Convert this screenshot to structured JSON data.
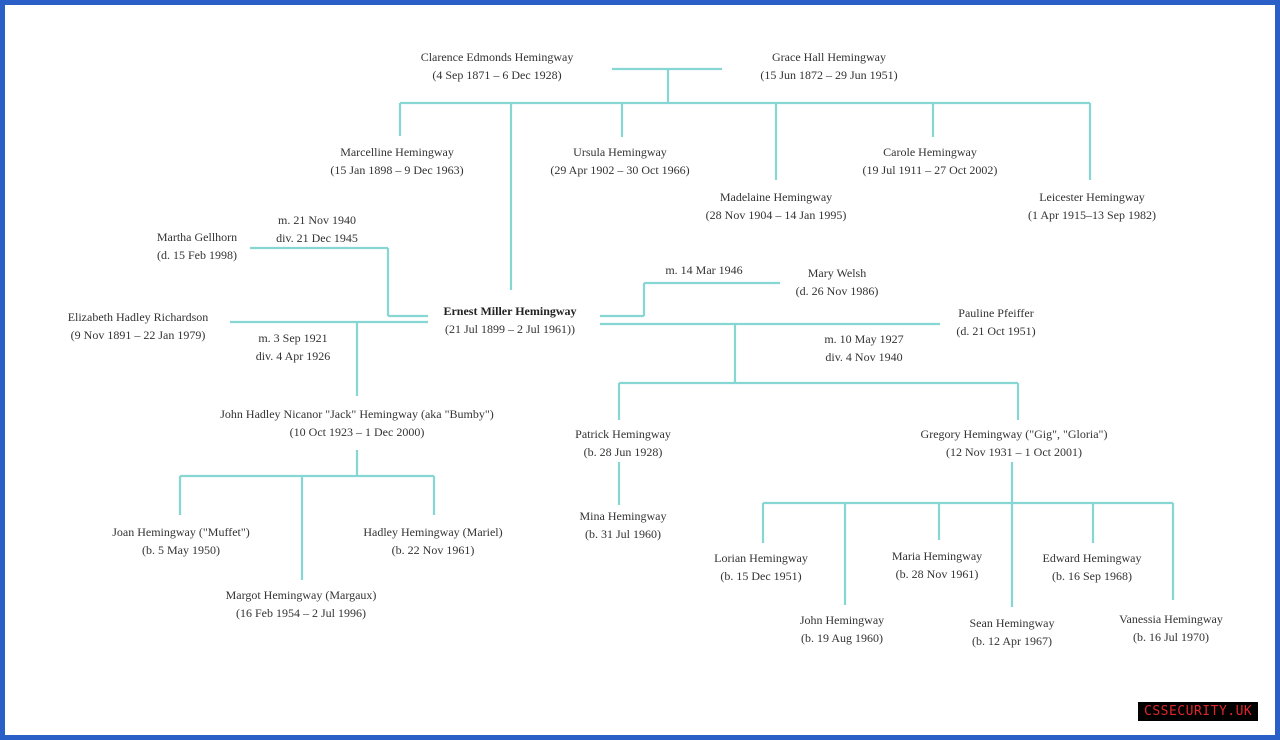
{
  "colors": {
    "line": "#86d6d3",
    "border": "#2a5fc8",
    "text": "#333333"
  },
  "people": {
    "clarence": {
      "name": "Clarence Edmonds Hemingway",
      "dates": "(4 Sep 1871 – 6 Dec 1928)"
    },
    "grace": {
      "name": "Grace Hall Hemingway",
      "dates": "(15 Jun 1872 – 29 Jun 1951)"
    },
    "marcelline": {
      "name": "Marcelline Hemingway",
      "dates": "(15 Jan 1898 – 9 Dec 1963)"
    },
    "ursula": {
      "name": "Ursula Hemingway",
      "dates": "(29 Apr 1902 – 30 Oct 1966)"
    },
    "madelaine": {
      "name": "Madelaine Hemingway",
      "dates": "(28 Nov 1904 – 14 Jan 1995)"
    },
    "carole": {
      "name": "Carole Hemingway",
      "dates": "(19 Jul 1911 – 27 Oct 2002)"
    },
    "leicester": {
      "name": "Leicester Hemingway",
      "dates": "(1 Apr 1915–13 Sep 1982)"
    },
    "martha": {
      "name": "Martha Gellhorn",
      "dates": "(d. 15 Feb 1998)"
    },
    "elizabeth": {
      "name": "Elizabeth Hadley Richardson",
      "dates": "(9 Nov 1891 – 22 Jan 1979)"
    },
    "ernest": {
      "name": "Ernest Miller Hemingway",
      "dates": "(21 Jul 1899 – 2 Jul 1961))"
    },
    "mary": {
      "name": "Mary Welsh",
      "dates": "(d. 26 Nov 1986)"
    },
    "pauline": {
      "name": "Pauline Pfeiffer",
      "dates": "(d. 21 Oct 1951)"
    },
    "jack": {
      "name": "John Hadley Nicanor \"Jack\" Hemingway (aka \"Bumby\")",
      "dates": "(10 Oct 1923 – 1 Dec 2000)"
    },
    "patrick": {
      "name": "Patrick Hemingway",
      "dates": "(b. 28 Jun 1928)"
    },
    "gregory": {
      "name": "Gregory Hemingway (\"Gig\", \"Gloria\")",
      "dates": "(12 Nov 1931 – 1 Oct 2001)"
    },
    "mina": {
      "name": "Mina Hemingway",
      "dates": "(b. 31 Jul 1960)"
    },
    "joan": {
      "name": "Joan Hemingway (\"Muffet\")",
      "dates": "(b. 5 May 1950)"
    },
    "hadley": {
      "name": "Hadley Hemingway (Mariel)",
      "dates": "(b. 22 Nov 1961)"
    },
    "margot": {
      "name": "Margot Hemingway (Margaux)",
      "dates": "(16 Feb 1954 – 2 Jul 1996)"
    },
    "lorian": {
      "name": "Lorian Hemingway",
      "dates": "(b. 15 Dec 1951)"
    },
    "maria": {
      "name": "Maria Hemingway",
      "dates": "(b. 28 Nov 1961)"
    },
    "edward": {
      "name": "Edward Hemingway",
      "dates": "(b. 16 Sep 1968)"
    },
    "john": {
      "name": "John Hemingway",
      "dates": "(b. 19 Aug 1960)"
    },
    "sean": {
      "name": "Sean Hemingway",
      "dates": "(b. 12 Apr 1967)"
    },
    "vanessia": {
      "name": "Vanessia Hemingway",
      "dates": "(b. 16 Jul 1970)"
    }
  },
  "marriages": {
    "martha": {
      "m": "m. 21 Nov 1940",
      "div": "div. 21 Dec 1945"
    },
    "elizabeth": {
      "m": "m. 3 Sep 1921",
      "div": "div. 4 Apr 1926"
    },
    "mary": {
      "m": "m. 14 Mar 1946"
    },
    "pauline": {
      "m": "m. 10 May 1927",
      "div": "div. 4 Nov 1940"
    }
  },
  "watermark": "CSSECURITY.UK"
}
